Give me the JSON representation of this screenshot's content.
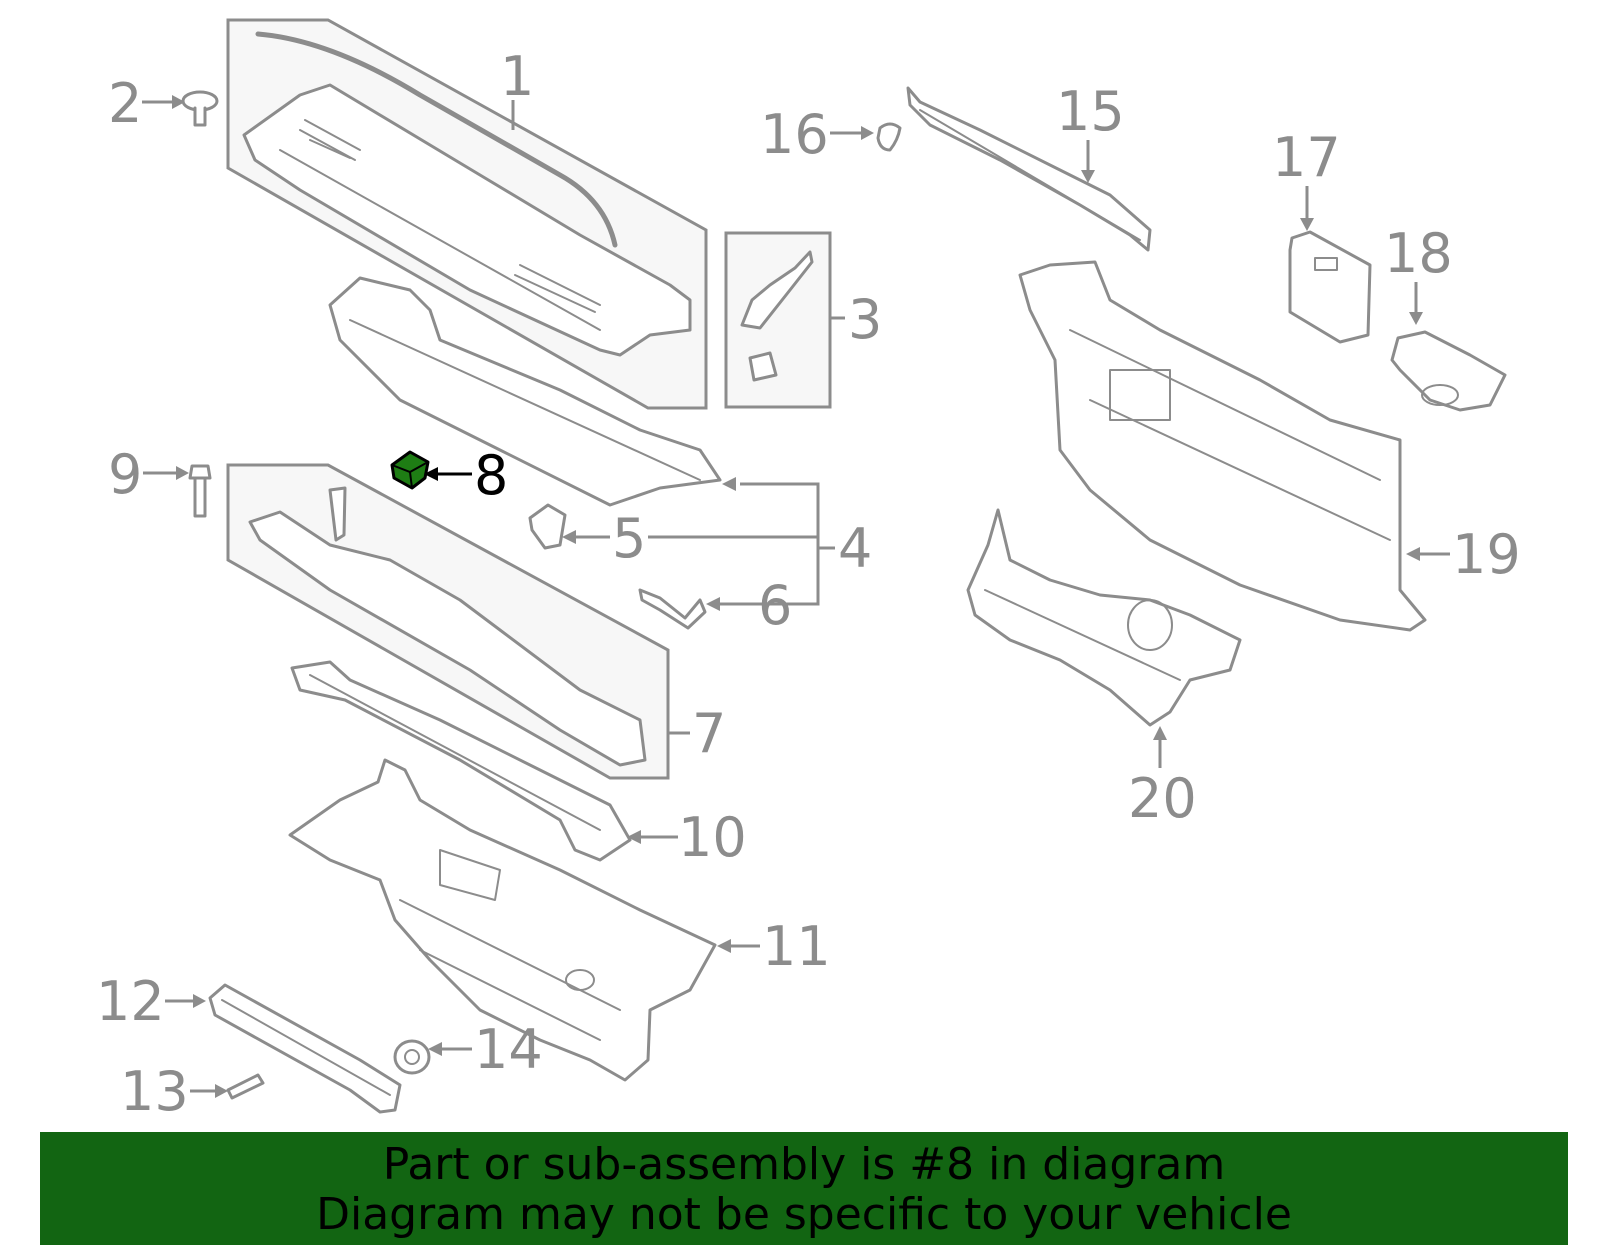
{
  "callouts": [
    "1",
    "2",
    "3",
    "4",
    "5",
    "6",
    "7",
    "8",
    "9",
    "10",
    "11",
    "12",
    "13",
    "14",
    "15",
    "16",
    "17",
    "18",
    "19",
    "20"
  ],
  "highlight_part": "8",
  "highlight_color": "#1e7d14",
  "banner": {
    "line1": "Part or sub-assembly is #8 in diagram",
    "line2": "Diagram may not be specific to your vehicle",
    "background": "#126512"
  }
}
